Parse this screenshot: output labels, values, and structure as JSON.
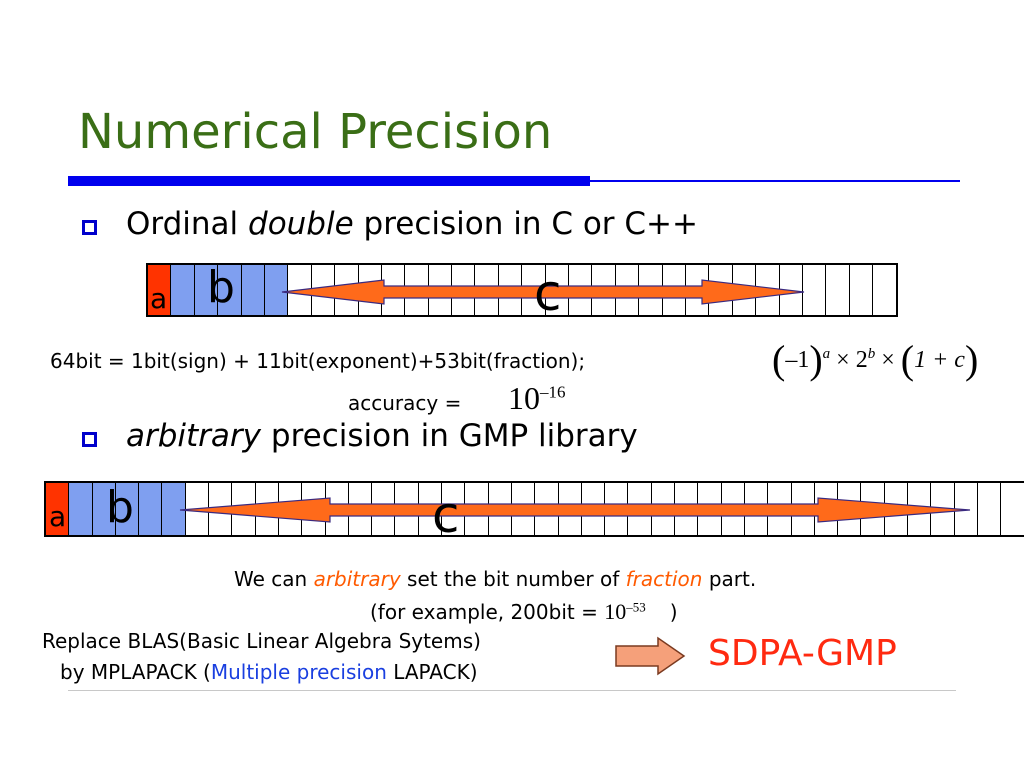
{
  "title": "Numerical Precision",
  "bullets": [
    {
      "plain_before": "Ordinal ",
      "italic": "double",
      "plain_after": " precision in C or C++"
    },
    {
      "plain_before": "",
      "italic": "arbitrary",
      "plain_after": " precision in GMP library"
    }
  ],
  "double_diagram": {
    "label_a": "a",
    "label_b": "b",
    "label_c": "c",
    "field_a_color": "#ff3300",
    "field_b_color": "#7f9ff0",
    "arrow_color": "#ff6a1a"
  },
  "gmp_diagram": {
    "label_a": "a",
    "label_b": "b",
    "label_c": "c",
    "field_a_color": "#ff3300",
    "field_b_color": "#7f9ff0",
    "arrow_color": "#ff6a1a"
  },
  "bit_layout_text": "64bit = 1bit(sign) + 11bit(exponent)+53bit(fraction);",
  "formula": {
    "open1": "(",
    "minus_one": "–1",
    "close1": ")",
    "sup_a": "a",
    "times1": "×",
    "two": "2",
    "sup_b": "b",
    "times2": "×",
    "open2": "(",
    "one_plus_c": "1 + c",
    "close2": ")"
  },
  "accuracy": {
    "label": "accuracy =",
    "base": "10",
    "exponent": "–16"
  },
  "gmp_note": {
    "line1_before": "We can ",
    "line1_italic1": "arbitrary",
    "line1_middle": " set the bit number of ",
    "line1_italic2": "fraction",
    "line1_after": " part.",
    "line2_before": "(for example, 200bit = ",
    "line2_base": "10",
    "line2_exponent": "–53",
    "line2_after": ")"
  },
  "replace_note": {
    "line1": "Replace BLAS(Basic Linear Algebra Sytems)",
    "line2_before": "by MPLAPACK (",
    "line2_blue": "Multiple precision",
    "line2_after": " LAPACK)"
  },
  "result": "SDPA-GMP"
}
